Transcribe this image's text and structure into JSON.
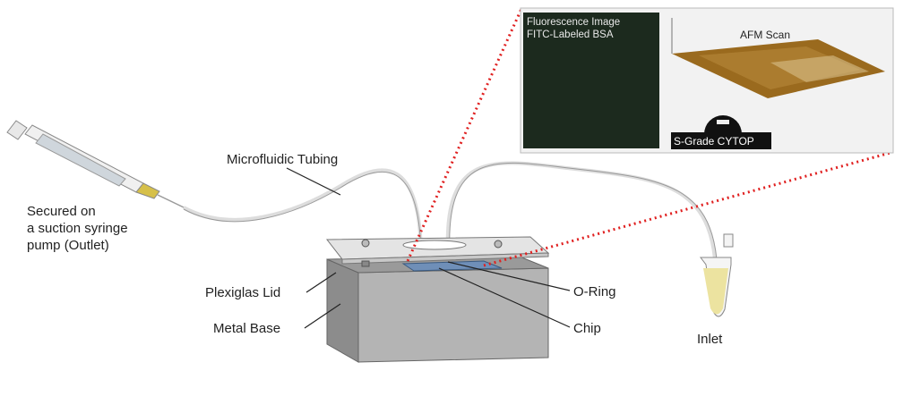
{
  "labels": {
    "syringe": [
      "Secured on",
      "a suction syringe",
      "pump (Outlet)"
    ],
    "tubing": "Microfluidic Tubing",
    "lid": "Plexiglas Lid",
    "base": "Metal Base",
    "oring": "O-Ring",
    "chip": "Chip",
    "inlet": "Inlet"
  },
  "inset": {
    "fluorescence_title": "Fluorescence Image",
    "fluorescence_subtitle": "FITC-Labeled BSA",
    "afm_title": "AFM Scan",
    "cytop_label": "S-Grade CYTOP"
  },
  "colors": {
    "zoom_line": "#e02020",
    "fluorescence_bg": "#1c2a1e",
    "afm": "#9a6a1e"
  }
}
